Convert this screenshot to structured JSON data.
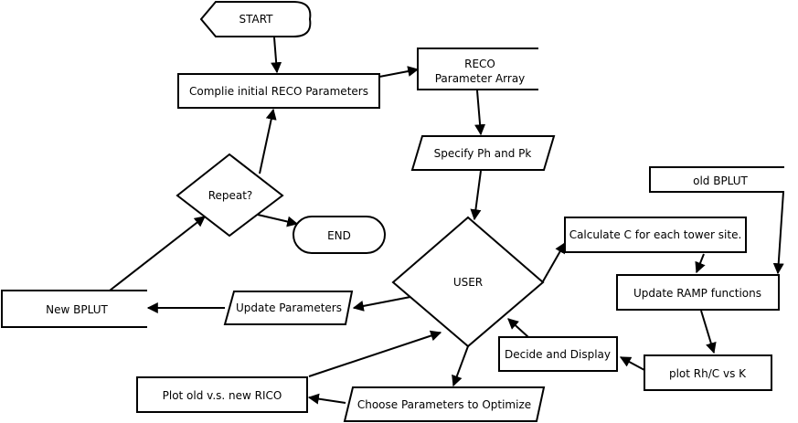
{
  "nodes": {
    "start": "START",
    "compile": "Complie initial RECO Parameters",
    "reco_line1": "RECO",
    "reco_line2": "Parameter Array",
    "specify": "Specify Ph and Pk",
    "repeat": "Repeat?",
    "end": "END",
    "user": "USER",
    "calc": "Calculate C for each tower site.",
    "old_bplut": "old BPLUT",
    "update_ramp": "Update RAMP functions",
    "new_bplut": "New BPLUT",
    "update_params": "Update Parameters",
    "decide": "Decide and Display",
    "plot_rh": "plot Rh/C vs K",
    "plot_old": "Plot old v.s. new RICO",
    "choose": "Choose Parameters to Optimize"
  }
}
